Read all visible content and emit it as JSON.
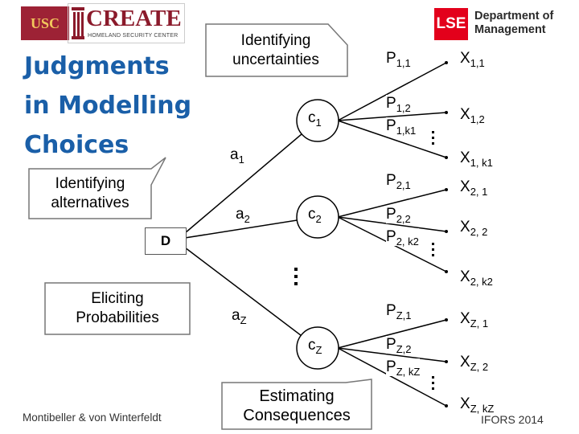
{
  "header": {
    "usc_logo_text": "USC",
    "create_logo_text": "CREATE",
    "create_logo_subtitle": "HOMELAND SECURITY CENTER",
    "lse_logo_text": "LSE",
    "department_line1": "Department of",
    "department_line2": "Management"
  },
  "title": {
    "line1": "Judgments",
    "line2": "in Modelling",
    "line3": "Choices"
  },
  "callouts": {
    "uncertainties_line1": "Identifying",
    "uncertainties_line2": "uncertainties",
    "alternatives_line1": "Identifying",
    "alternatives_line2": "alternatives",
    "probabilities_line1": "Eliciting",
    "probabilities_line2": "Probabilities",
    "consequences_line1": "Estimating",
    "consequences_line2": "Consequences"
  },
  "tree": {
    "decision_node": "D",
    "alternatives": [
      {
        "base": "a",
        "sub": "1"
      },
      {
        "base": "a",
        "sub": "2"
      },
      {
        "base": "a",
        "sub": "Z"
      }
    ],
    "chance_nodes": [
      {
        "base": "c",
        "sub": "1"
      },
      {
        "base": "c",
        "sub": "2"
      },
      {
        "base": "c",
        "sub": "Z"
      }
    ],
    "probabilities": [
      {
        "base": "P",
        "sub": "1,1"
      },
      {
        "base": "P",
        "sub": "1,2"
      },
      {
        "base": "P",
        "sub": "1,k1"
      },
      {
        "base": "P",
        "sub": "2,1"
      },
      {
        "base": "P",
        "sub": "2,2"
      },
      {
        "base": "P",
        "sub": "2, k2"
      },
      {
        "base": "P",
        "sub": "Z,1"
      },
      {
        "base": "P",
        "sub": "Z,2"
      },
      {
        "base": "P",
        "sub": "Z, kZ"
      }
    ],
    "outcomes": [
      {
        "base": "X",
        "sub": "1,1"
      },
      {
        "base": "X",
        "sub": "1,2"
      },
      {
        "base": "X",
        "sub": "1, k1"
      },
      {
        "base": "X",
        "sub": "2, 1"
      },
      {
        "base": "X",
        "sub": "2, 2"
      },
      {
        "base": "X",
        "sub": "2, k2"
      },
      {
        "base": "X",
        "sub": "Z, 1"
      },
      {
        "base": "X",
        "sub": "Z, 2"
      },
      {
        "base": "X",
        "sub": "Z, kZ"
      }
    ],
    "ellipsis": "…"
  },
  "footer": {
    "authors": "Montibeller & von Winterfeldt",
    "event": "IFORS 2014"
  },
  "colors": {
    "title": "#1a5fa8",
    "lse_red": "#e3001b",
    "usc_cardinal": "#9d2235",
    "create_red": "#8b1a2b",
    "callout_shadow": "#999999",
    "node_fill": "#ffffff"
  }
}
